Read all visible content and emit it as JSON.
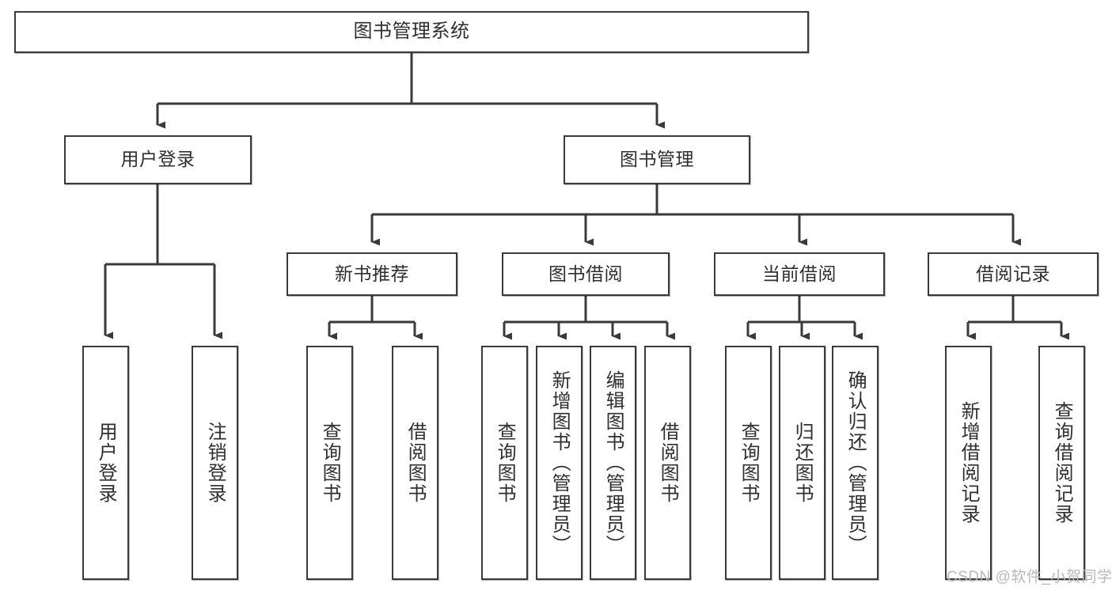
{
  "diagram": {
    "title": "图书管理系统",
    "type": "tree-hierarchy",
    "watermark": "CSDN @软件_小贺同学",
    "colors": {
      "background": "#ffffff",
      "box_border": "#3a3a3a",
      "connector": "#3a3a3a",
      "text": "#2f2f2f",
      "watermark": "#b9b9b9"
    },
    "root": {
      "label": "图书管理系统",
      "orientation": "horizontal"
    },
    "level2": [
      {
        "label": "用户登录",
        "orientation": "horizontal"
      },
      {
        "label": "图书管理",
        "orientation": "horizontal"
      }
    ],
    "level3": [
      {
        "label": "新书推荐",
        "orientation": "horizontal"
      },
      {
        "label": "图书借阅",
        "orientation": "horizontal"
      },
      {
        "label": "当前借阅",
        "orientation": "horizontal"
      },
      {
        "label": "借阅记录",
        "orientation": "horizontal"
      }
    ],
    "leaves": {
      "user_login": [
        {
          "label": "用户登录",
          "orientation": "vertical"
        },
        {
          "label": "注销登录",
          "orientation": "vertical"
        }
      ],
      "new_book_recommend": [
        {
          "label": "查询图书",
          "orientation": "vertical"
        },
        {
          "label": "借阅图书",
          "orientation": "vertical"
        }
      ],
      "book_borrow": [
        {
          "label": "查询图书",
          "orientation": "vertical"
        },
        {
          "label": "新增图书（管理员）",
          "orientation": "vertical"
        },
        {
          "label": "编辑图书（管理员）",
          "orientation": "vertical"
        },
        {
          "label": "借阅图书",
          "orientation": "vertical"
        }
      ],
      "current_borrow": [
        {
          "label": "查询图书",
          "orientation": "vertical"
        },
        {
          "label": "归还图书",
          "orientation": "vertical"
        },
        {
          "label": "确认归还（管理员）",
          "orientation": "vertical"
        }
      ],
      "borrow_record": [
        {
          "label": "新增借阅记录",
          "orientation": "vertical"
        },
        {
          "label": "查询借阅记录",
          "orientation": "vertical"
        }
      ]
    }
  }
}
